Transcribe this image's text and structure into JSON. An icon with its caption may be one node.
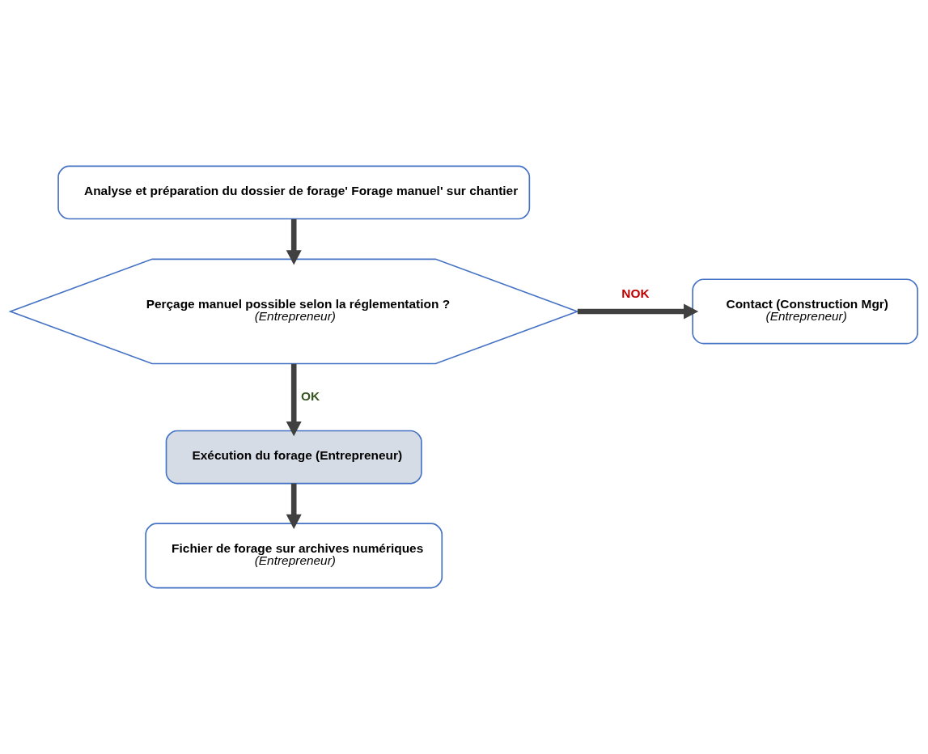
{
  "diagram": {
    "nodes": [
      {
        "text": [
          "Analyse et préparation du dossier de forage' Forage manuel' sur chantier"
        ]
      },
      {
        "text": [
          "Perçage manuel possible selon la réglementation ?",
          "(Entrepreneur)"
        ]
      },
      {
        "text": [
          "Contact (Construction Mgr)",
          "(Entrepreneur)"
        ]
      },
      {
        "text": [
          "Exécution du forage (Entrepreneur)"
        ]
      },
      {
        "text": [
          "Fichier de forage sur archives numériques",
          "(Entrepreneur)"
        ]
      }
    ],
    "edges": [
      {
        "from": 0,
        "to": 1,
        "arrow": "to"
      },
      {
        "from": 1,
        "to": 2,
        "arrow": "to",
        "label": "NOK"
      },
      {
        "from": 1,
        "to": 3,
        "arrow": "to",
        "label": "OK"
      },
      {
        "from": 3,
        "to": 4,
        "arrow": "to"
      }
    ]
  }
}
